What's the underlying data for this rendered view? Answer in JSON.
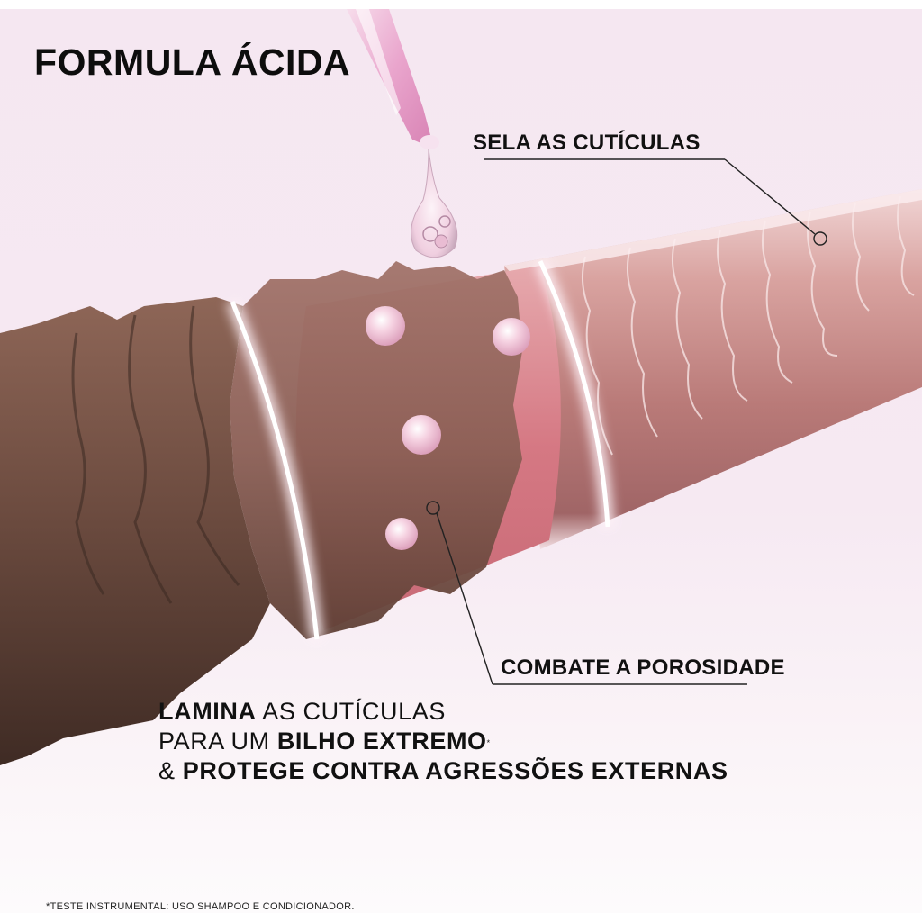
{
  "headline": "FORMULA ÁCIDA",
  "callouts": {
    "sela": "SELA AS CUTÍCULAS",
    "combate": "COMBATE A POROSIDADE"
  },
  "body": {
    "line1_bold": "LAMINA",
    "line1_light": " AS CUTÍCULAS",
    "line2_light": "PARA UM ",
    "line2_bold": "BILHO EXTREMO",
    "line2_sup": "*",
    "line3_light": "& ",
    "line3_bold": "PROTEGE CONTRA AGRESSÕES EXTERNAS"
  },
  "footnote": "*TESTE INSTRUMENTAL: USO SHAMPOO E CONDICIONADOR.",
  "illustration": {
    "subject": "hair-strand",
    "elements": [
      "dropper",
      "serum-droplet",
      "pearl-beads",
      "light-rings"
    ]
  },
  "colors": {
    "background": "#f5e7f1",
    "hair_dark": "#5e4236",
    "hair_mid": "#8a6152",
    "hair_pink": "#d4848f",
    "hair_light": "#c88f8a",
    "glow": "#ffd9e6",
    "text": "#111111"
  }
}
